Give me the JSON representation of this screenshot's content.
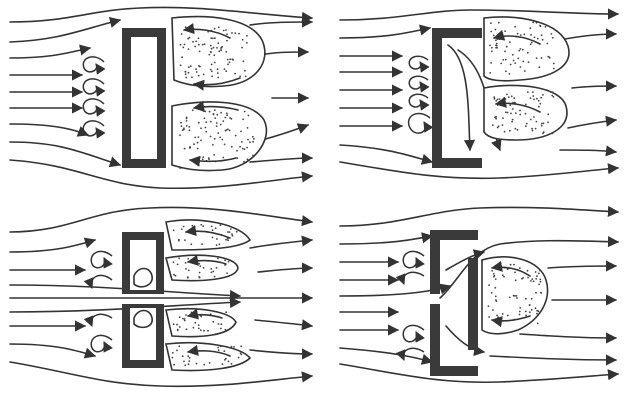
{
  "figure": {
    "panels": [
      {
        "id": "a",
        "obstacle": "hollow-rectangle-block"
      },
      {
        "id": "b",
        "obstacle": "bracket-shaped-plate"
      },
      {
        "id": "c",
        "obstacle": "split-block-with-central-gap"
      },
      {
        "id": "d",
        "obstacle": "offset-split-plates"
      }
    ],
    "colors": {
      "ink": "#333333",
      "solid": "#3a3a3a",
      "background": "#ffffff"
    }
  }
}
